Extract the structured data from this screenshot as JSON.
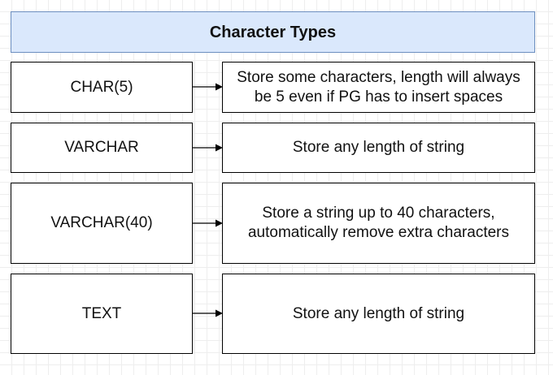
{
  "title": "Character Types",
  "rows": [
    {
      "type": "CHAR(5)",
      "description_lines": [
        "Store some characters, length will always",
        "be 5 even if PG has to insert spaces"
      ]
    },
    {
      "type": "VARCHAR",
      "description_lines": [
        "Store any length of string"
      ]
    },
    {
      "type": "VARCHAR(40)",
      "description_lines": [
        "Store a string up to 40 characters,",
        "automatically remove extra characters"
      ]
    },
    {
      "type": "TEXT",
      "description_lines": [
        "Store any length of string"
      ]
    }
  ],
  "colors": {
    "title_fill": "#dae8fc",
    "title_border": "#6c8ebf",
    "box_border": "#000000"
  }
}
